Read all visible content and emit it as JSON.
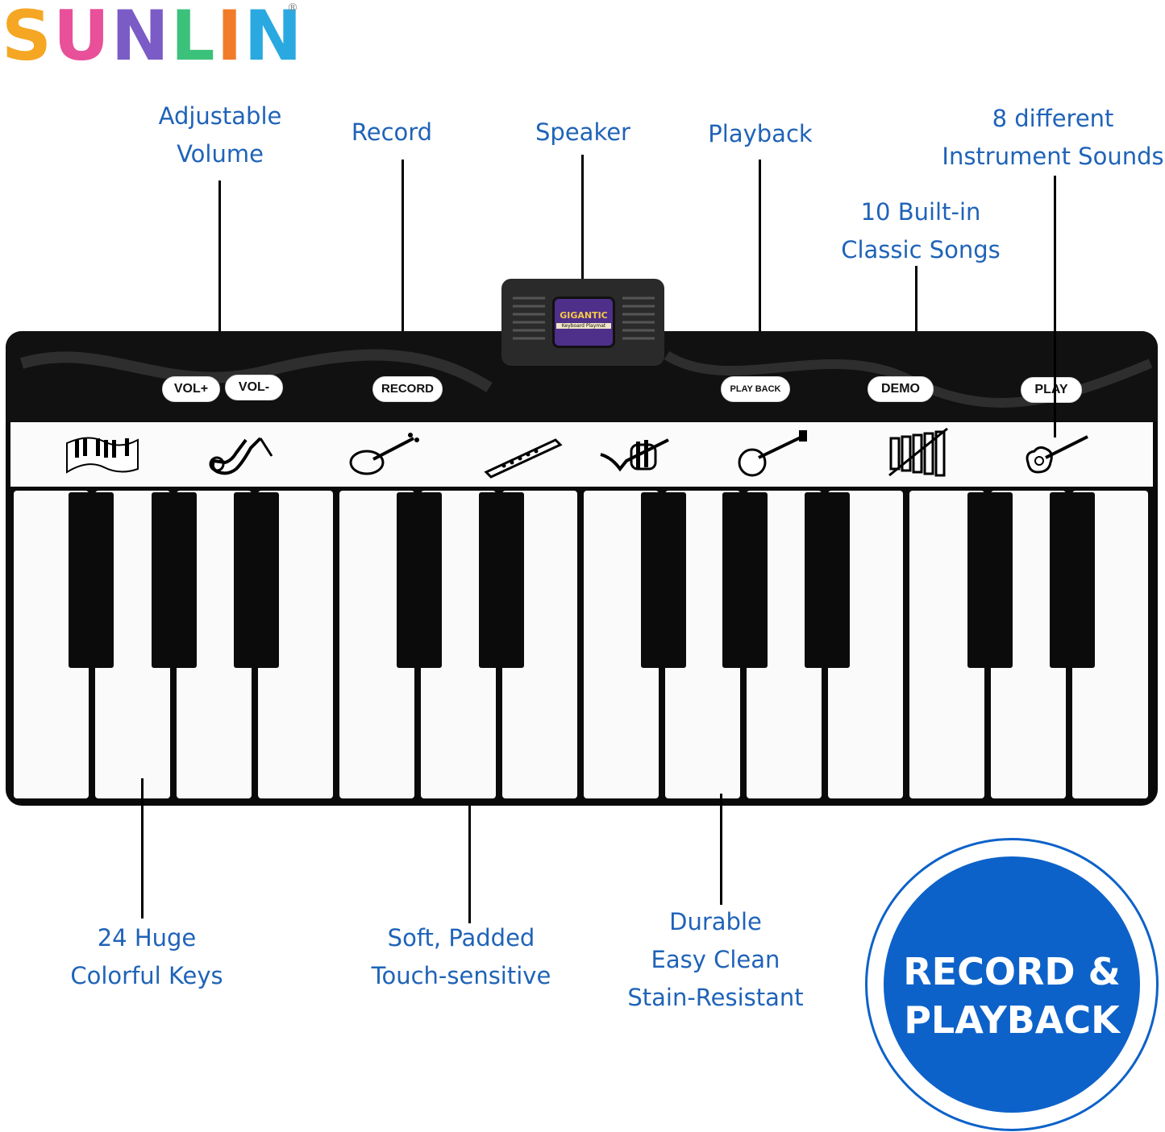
{
  "brand": {
    "logo_text": "SUNLIN",
    "registered_mark": "®",
    "logo_colors": [
      "#f5a623",
      "#f07c2a",
      "#e8509a",
      "#7b5cc6",
      "#2aa9e0",
      "#3cc17b"
    ]
  },
  "callouts_top": {
    "volume": [
      "Adjustable",
      "Volume"
    ],
    "record": "Record",
    "speaker": "Speaker",
    "playback": "Playback",
    "instruments": [
      "8 different",
      "Instrument Sounds"
    ],
    "songs": [
      "10 Built-in",
      "Classic Songs"
    ]
  },
  "callouts_bottom": {
    "keys": [
      "24 Huge",
      "Colorful Keys"
    ],
    "padded": [
      "Soft, Padded",
      "Touch-sensitive"
    ],
    "durable": [
      "Durable",
      "Easy Clean",
      "Stain-Resistant"
    ]
  },
  "mat_buttons": {
    "vol_up": "VOL+",
    "vol_down": "VOL-",
    "record": "RECORD",
    "play_back": "PLAY BACK",
    "demo": "DEMO",
    "play": "PLAY"
  },
  "speaker_screen": {
    "title": "GIGANTIC",
    "subtitle": "Keyboard Playmat"
  },
  "instrument_icons": [
    "piano-icon",
    "saxophone-icon",
    "violin-icon",
    "clarinet-icon",
    "trumpet-icon",
    "banjo-icon",
    "xylophone-icon",
    "guitar-icon"
  ],
  "badge": {
    "line1": "RECORD &",
    "line2": "PLAYBACK",
    "color": "#0d62c9"
  },
  "accent_text_color": "#1f63b8"
}
